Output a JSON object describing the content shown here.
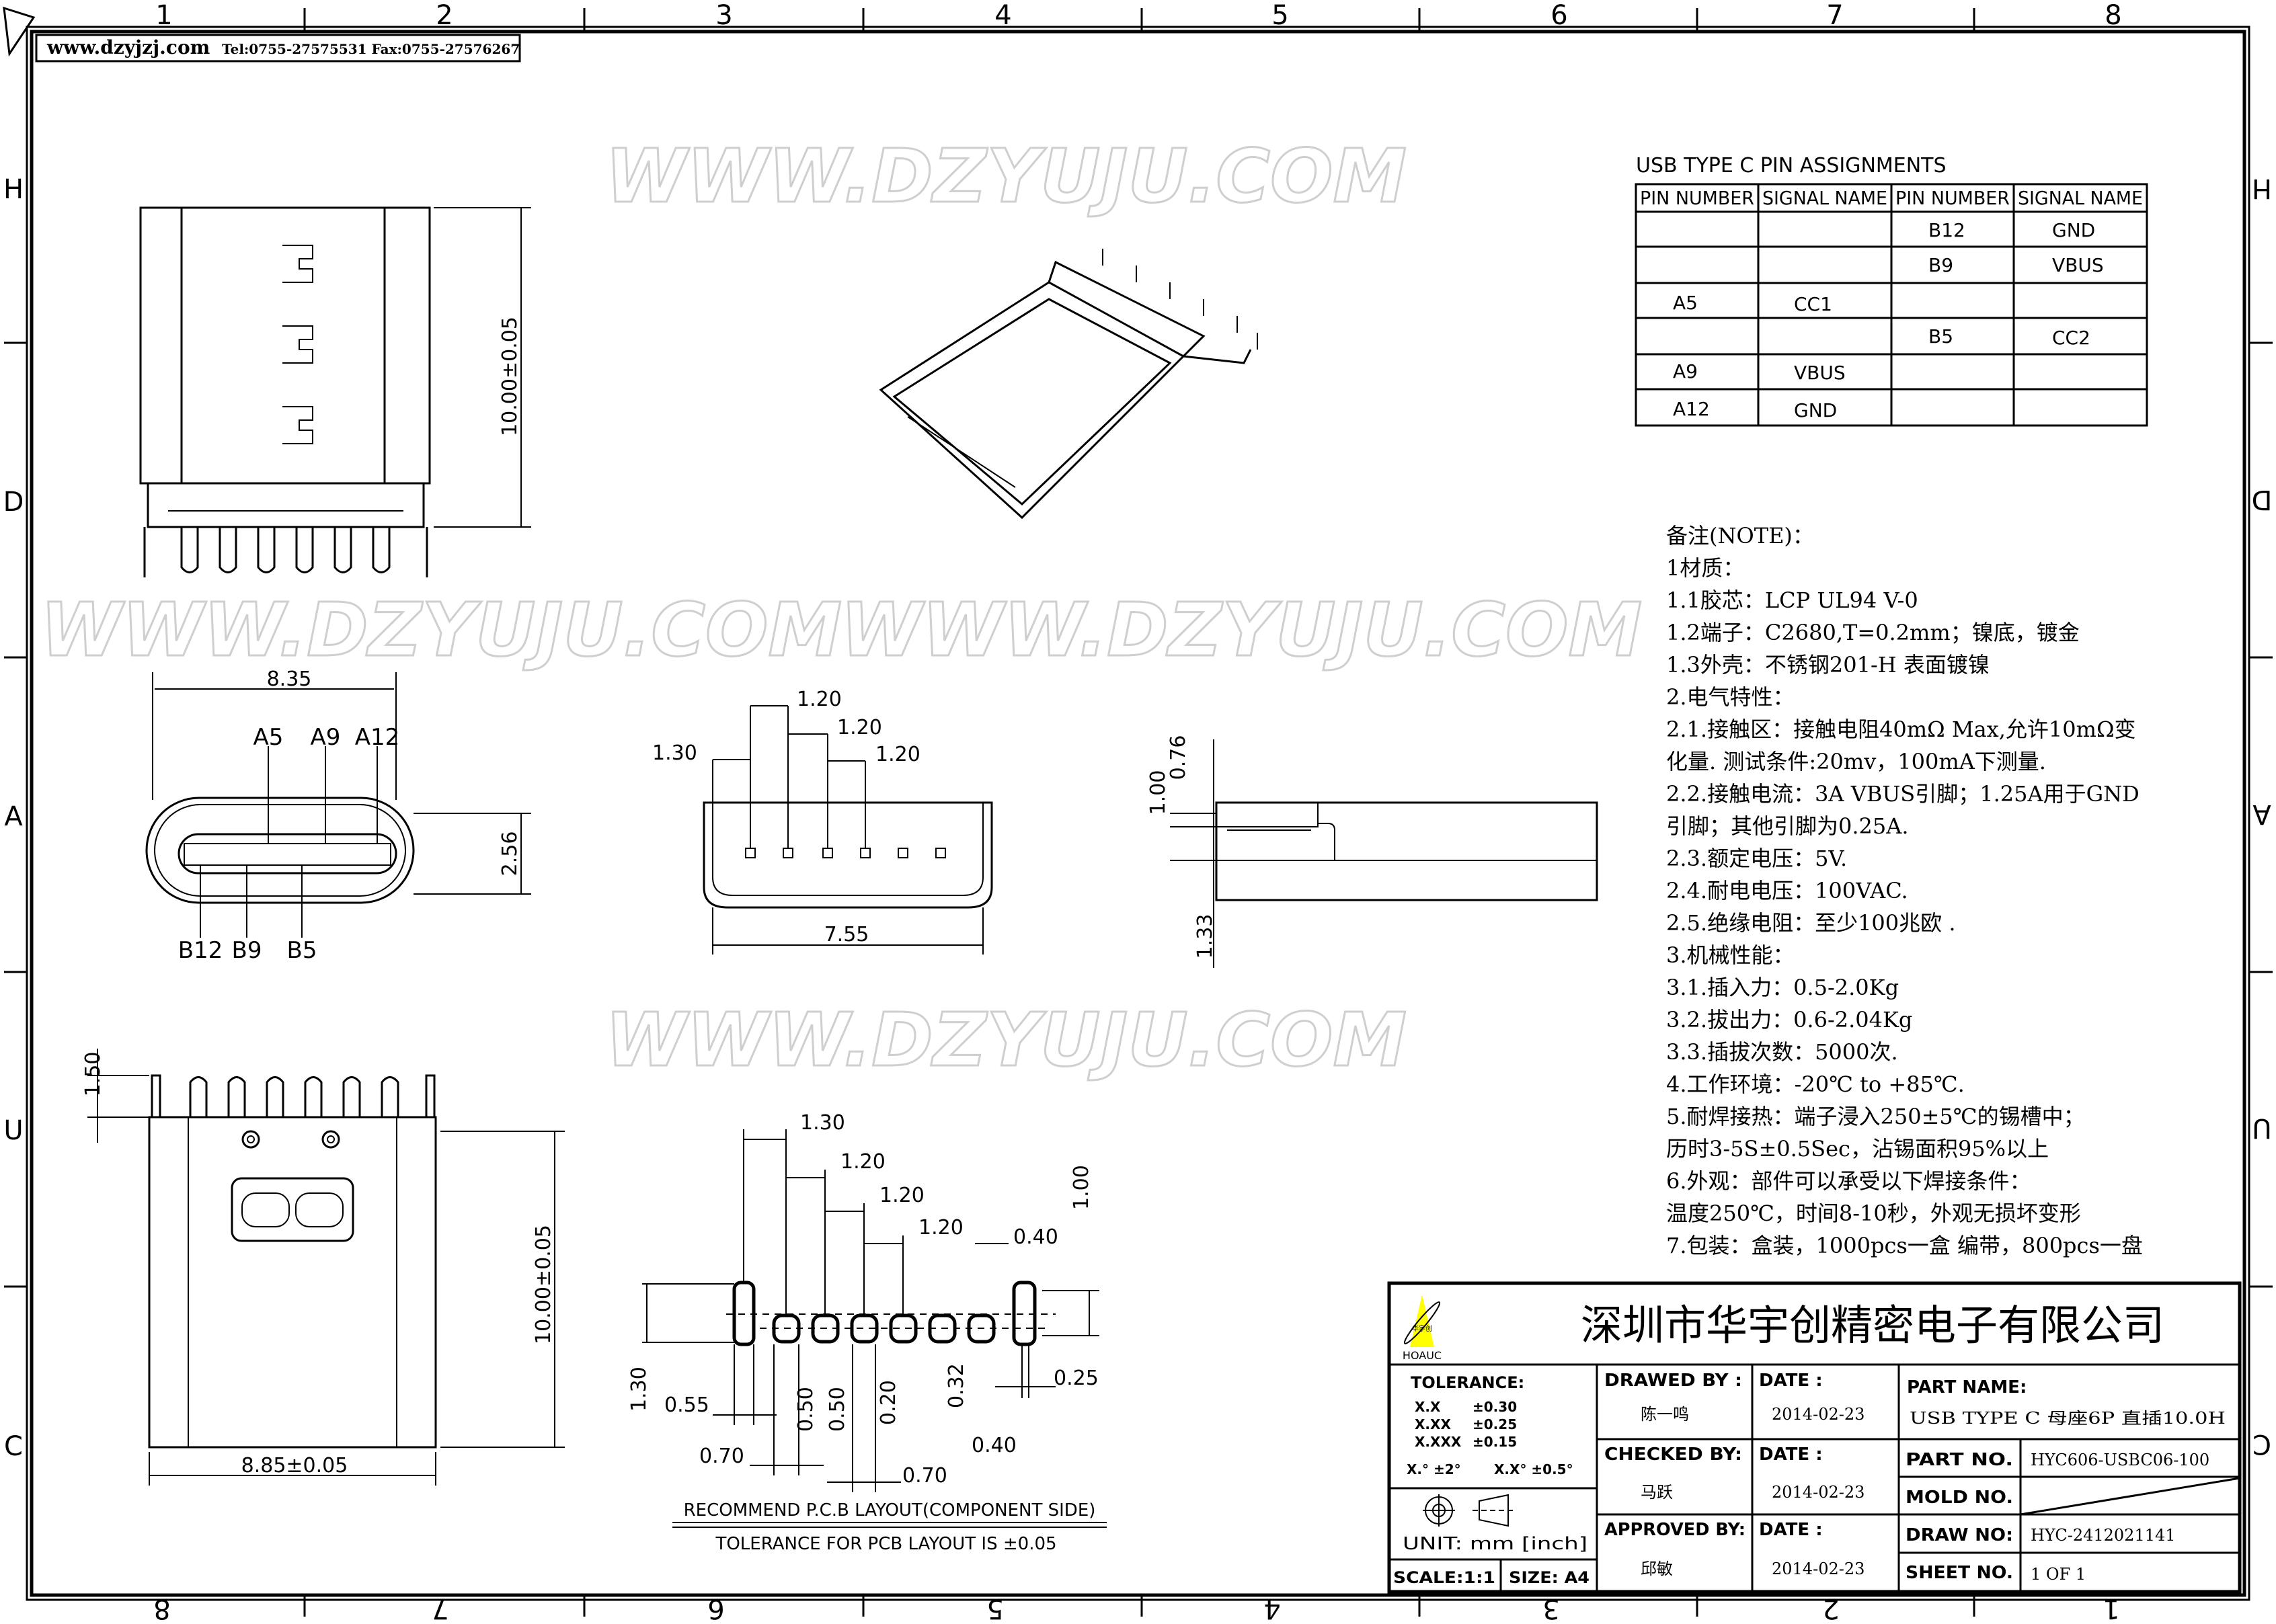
{
  "header": {
    "website": "www.dzyjzj.com",
    "contact": "Tel:0755-27575531  Fax:0755-27576267"
  },
  "zones": {
    "top": [
      "1",
      "2",
      "3",
      "4",
      "5",
      "6",
      "7",
      "8"
    ],
    "bottom": [
      "8",
      "7",
      "6",
      "5",
      "4",
      "3",
      "2",
      "1"
    ],
    "rows": [
      "H",
      "D",
      "A",
      "U",
      "C"
    ]
  },
  "watermark": "WWW.DZYUJU.COM",
  "views": {
    "top_view": {
      "height_dim": "10.00±0.05"
    },
    "front_view": {
      "width_dim": "8.35",
      "height_dim": "2.56",
      "top_pins": [
        "A5",
        "A9",
        "A12"
      ],
      "bottom_pins": [
        "B12",
        "B9",
        "B5"
      ]
    },
    "pin_view": {
      "width_dim": "7.55",
      "pitch_first": "1.30",
      "pitches": [
        "1.20",
        "1.20",
        "1.20"
      ]
    },
    "side_view": {
      "dims": [
        "0.76",
        "1.00",
        "1.33"
      ]
    },
    "bottom_view": {
      "tail_dim": "1.50",
      "height_dim": "10.00±0.05",
      "width_dim": "8.85±0.05"
    },
    "pcb_layout": {
      "top_dims": [
        "1.30",
        "1.20",
        "1.20",
        "1.20",
        "0.40"
      ],
      "right_dims": [
        "1.00",
        "0.25"
      ],
      "left_dims": [
        "1.30",
        "0.55",
        "0.70"
      ],
      "bottom_dims": [
        "0.50",
        "0.50",
        "0.20",
        "0.32",
        "0.40",
        "0.70"
      ],
      "caption": "RECOMMEND  P.C.B  LAYOUT(COMPONENT  SIDE)",
      "tolerance": "TOLERANCE  FOR  PCB  LAYOUT  IS  ±0.05"
    }
  },
  "pin_table": {
    "title": "USB  TYPE  C  PIN  ASSIGNMENTS",
    "headers": [
      "PIN  NUMBER",
      "SIGNAL  NAME",
      "PIN  NUMBER",
      "SIGNAL  NAME"
    ],
    "rows": [
      [
        "",
        "",
        "B12",
        "GND"
      ],
      [
        "",
        "",
        "B9",
        "VBUS"
      ],
      [
        "A5",
        "CC1",
        "",
        ""
      ],
      [
        "",
        "",
        "B5",
        "CC2"
      ],
      [
        "A9",
        "VBUS",
        "",
        ""
      ],
      [
        "A12",
        "GND",
        "",
        ""
      ]
    ]
  },
  "notes": [
    "备注(NOTE)：",
    "1材质：",
    "1.1胶芯：LCP UL94 V-0",
    "1.2端子：C2680,T=0.2mm；镍底，镀金",
    "1.3外壳：不锈钢201-H 表面镀镍",
    "2.电气特性：",
    "2.1.接触区：接触电阻40mΩ Max,允许10mΩ变",
    "    化量. 测试条件:20mv，100mA下测量.",
    "2.2.接触电流：3A VBUS引脚；1.25A用于GND",
    "   引脚；其他引脚为0.25A.",
    "2.3.额定电压：5V.",
    "2.4.耐电电压：100VAC.",
    "2.5.绝缘电阻：至少100兆欧 .",
    "3.机械性能：",
    "3.1.插入力：0.5-2.0Kg",
    "3.2.拔出力：0.6-2.04Kg",
    "3.3.插拔次数：5000次.",
    "4.工作环境：-20℃ to +85℃.",
    "5.耐焊接热：端子浸入250±5℃的锡槽中；",
    "      历时3-5S±0.5Sec，沾锡面积95%以上",
    "6.外观：部件可以承受以下焊接条件：",
    "      温度250℃，时间8-10秒，外观无损坏变形",
    "7.包装：盒装，1000pcs一盒 编带，800pcs一盘"
  ],
  "title_block": {
    "logo_text": "HOAUC",
    "logo_cn": "华宇创",
    "logo_color": "#ffff00",
    "company": "深圳市华宇创精密电子有限公司",
    "tolerance_label": "TOLERANCE:",
    "tolerances": [
      [
        "X.X",
        "±0.30"
      ],
      [
        "X.XX",
        "±0.25"
      ],
      [
        "X.XXX",
        "±0.15"
      ]
    ],
    "angles": [
      "X.°  ±2°",
      "X.X°  ±0.5°"
    ],
    "unit": "UNIT:  mm  [inch]",
    "scale": "SCALE:1:1",
    "size": "SIZE:  A4",
    "drawn_label": "DRAWED  BY :",
    "drawn_by": "陈一鸣",
    "checked_label": "CHECKED  BY:",
    "checked_by": "马跃",
    "approved_label": "APPROVED  BY:",
    "approved_by": "邱敏",
    "date_label": "DATE  :",
    "dates": [
      "2014-02-23",
      "2014-02-23",
      "2014-02-23"
    ],
    "part_name_label": "PART  NAME:",
    "part_name": "USB  TYPE  C  母座6P  直插10.0H",
    "part_no_label": "PART  NO.",
    "part_no": "HYC606-USBC06-100",
    "mold_no_label": "MOLD  NO.",
    "draw_no_label": "DRAW  NO:",
    "draw_no": "HYC-2412021141",
    "sheet_label": "SHEET  NO.",
    "sheet": "1  OF  1"
  }
}
